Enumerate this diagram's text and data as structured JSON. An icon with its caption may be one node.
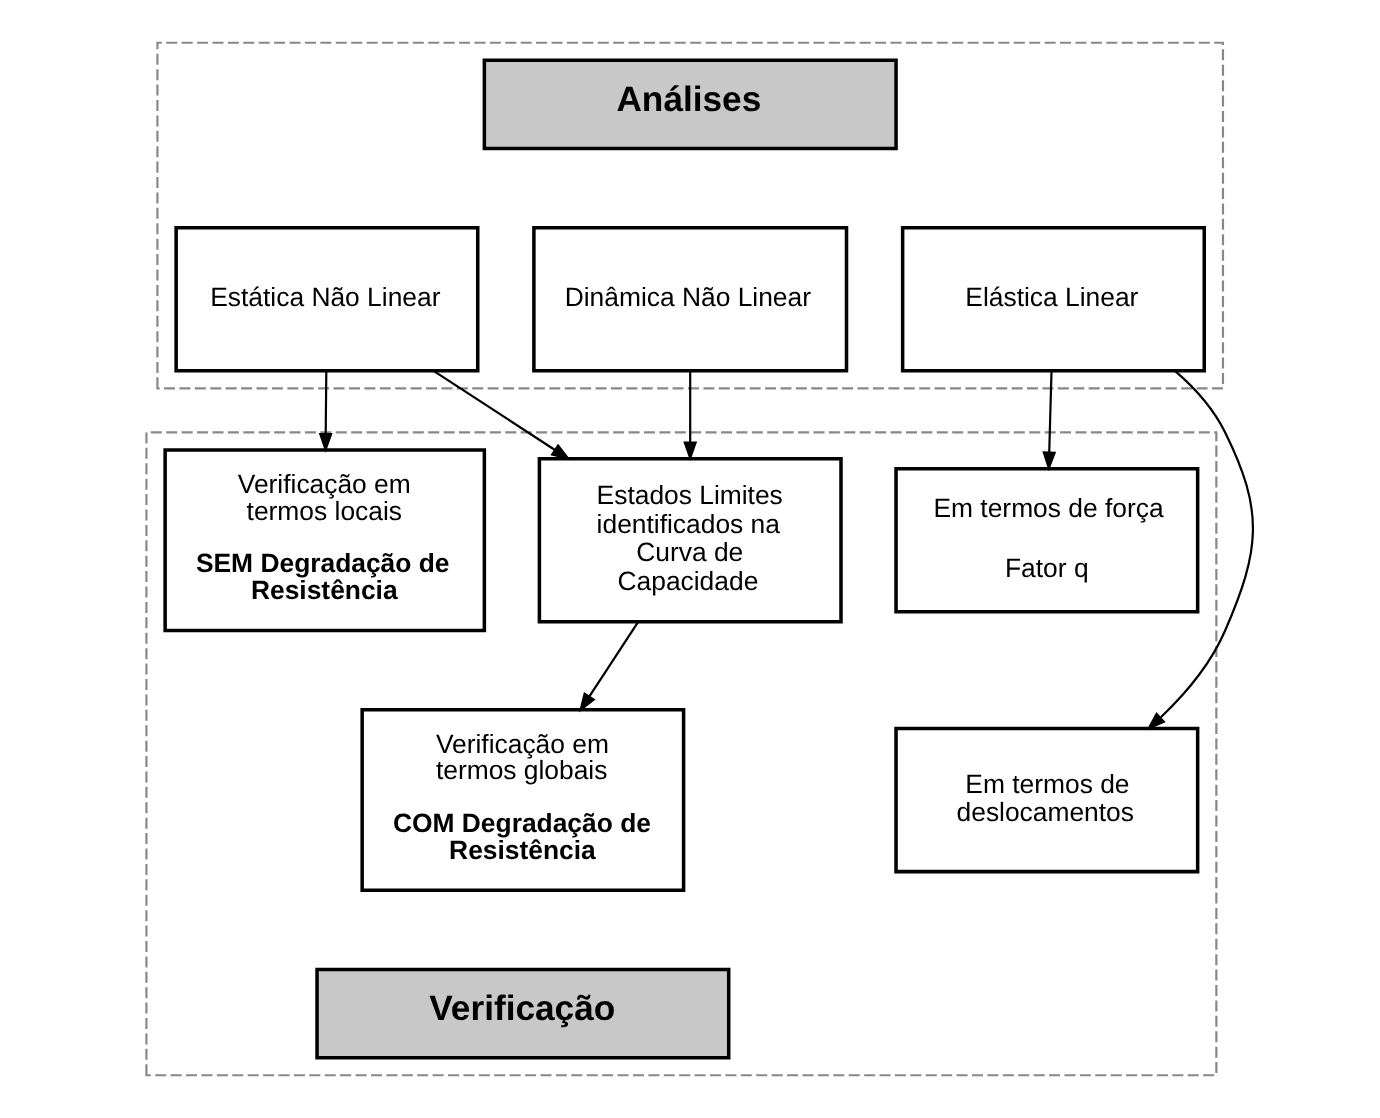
{
  "diagram": {
    "nodes": [
      {
        "text": [],
        "shape": "box"
      },
      {
        "text": [
          "Análises"
        ],
        "in": 0
      },
      {
        "text": [
          "Elástica Linear"
        ],
        "in": 0
      },
      {
        "text": [
          "Estática Não Linear"
        ],
        "in": 0
      },
      {
        "text": [
          "Dinâmica Não Linear"
        ],
        "in": 0
      },
      {
        "text": [],
        "shape": "box"
      },
      {
        "text": [
          "Em termos de força",
          "Fator q"
        ],
        "in": 5
      },
      {
        "text": [
          "Verificação em termos locais",
          "SEM Degradação de Resistência"
        ],
        "in": 5
      },
      {
        "text": [
          "Estados Limites identificados na Curva de Capacidade"
        ],
        "in": 5
      },
      {
        "text": [
          "Em termos de deslocamentos"
        ],
        "in": 5
      },
      {
        "text": [
          "Verificação em termos globais",
          "COM Degradação de Resistência"
        ],
        "in": 5
      },
      {
        "text": [
          "Verificação"
        ],
        "in": 5
      }
    ],
    "edges": [
      {
        "from": 2,
        "to": 6,
        "arrow": "to"
      },
      {
        "from": 2,
        "to": 9,
        "arrow": "to"
      },
      {
        "from": 3,
        "to": 7,
        "arrow": "to"
      },
      {
        "from": 3,
        "to": 8,
        "arrow": "to"
      },
      {
        "from": 4,
        "to": 8,
        "arrow": "to"
      },
      {
        "from": 8,
        "to": 10,
        "arrow": "to"
      }
    ]
  }
}
